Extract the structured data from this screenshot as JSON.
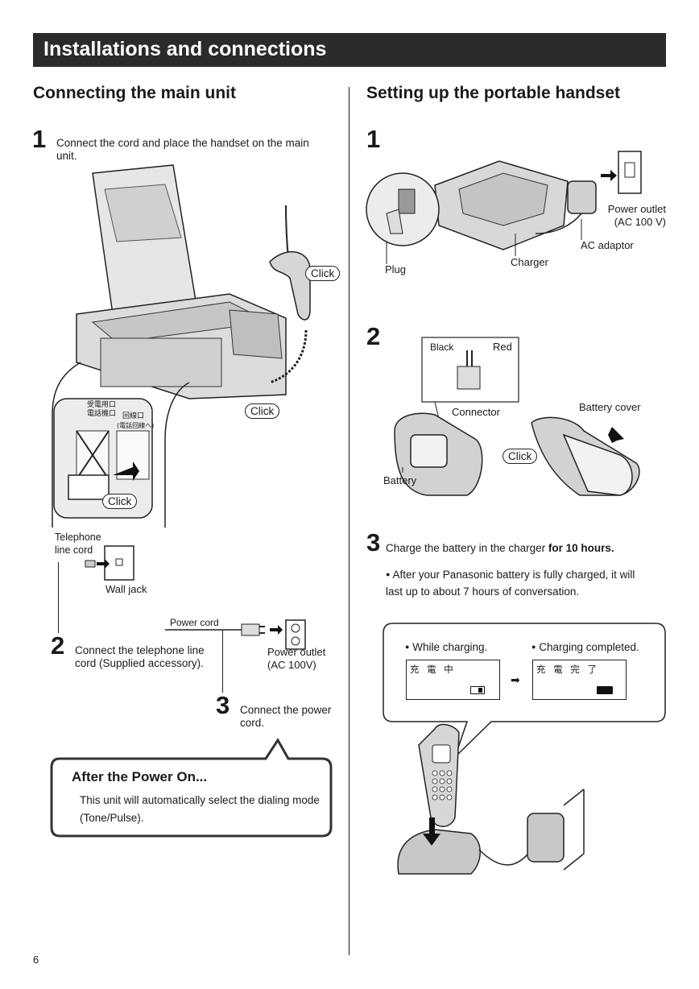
{
  "header": {
    "title": "Installations and connections"
  },
  "left": {
    "title": "Connecting the main unit",
    "step1": {
      "num": "1",
      "text": "Connect the cord and place the handset on the main unit."
    },
    "click_labels": [
      "Click",
      "Click",
      "Click"
    ],
    "kanji_labels": [
      "受電用口",
      "電話機口",
      "回線口",
      "(電話回線へ)"
    ],
    "telephone_line_cord": "Telephone line cord",
    "wall_jack": "Wall jack",
    "power_cord": "Power cord",
    "step2": {
      "num": "2",
      "text": "Connect the telephone line cord (Supplied accessory)."
    },
    "power_outlet": "Power outlet (AC 100V)",
    "step3": {
      "num": "3",
      "text": "Connect the power cord."
    },
    "after": {
      "title": "After the Power On...",
      "text": "This unit will automatically select the dialing mode (Tone/Pulse)."
    }
  },
  "right": {
    "title": "Setting up the portable handset",
    "step1": {
      "num": "1"
    },
    "power_outlet": "Power outlet (AC 100 V)",
    "ac_adaptor": "AC adaptor",
    "plug": "Plug",
    "charger": "Charger",
    "step2": {
      "num": "2"
    },
    "black": "Black",
    "red": "Red",
    "connector": "Connector",
    "battery_cover": "Battery cover",
    "click": "Click",
    "battery": "Battery",
    "step3": {
      "num": "3",
      "text": "Charge the battery in the charger ",
      "emph": "for 10 hours.",
      "bullet": "After your Panasonic battery is fully charged, it will last up to about 7 hours of conversation."
    },
    "while_charging": "While charging.",
    "charging_completed": "Charging completed.",
    "lcd_charging": "充 電 中",
    "lcd_complete": "充 電 完 了"
  },
  "footer": {
    "page_number": "6"
  }
}
